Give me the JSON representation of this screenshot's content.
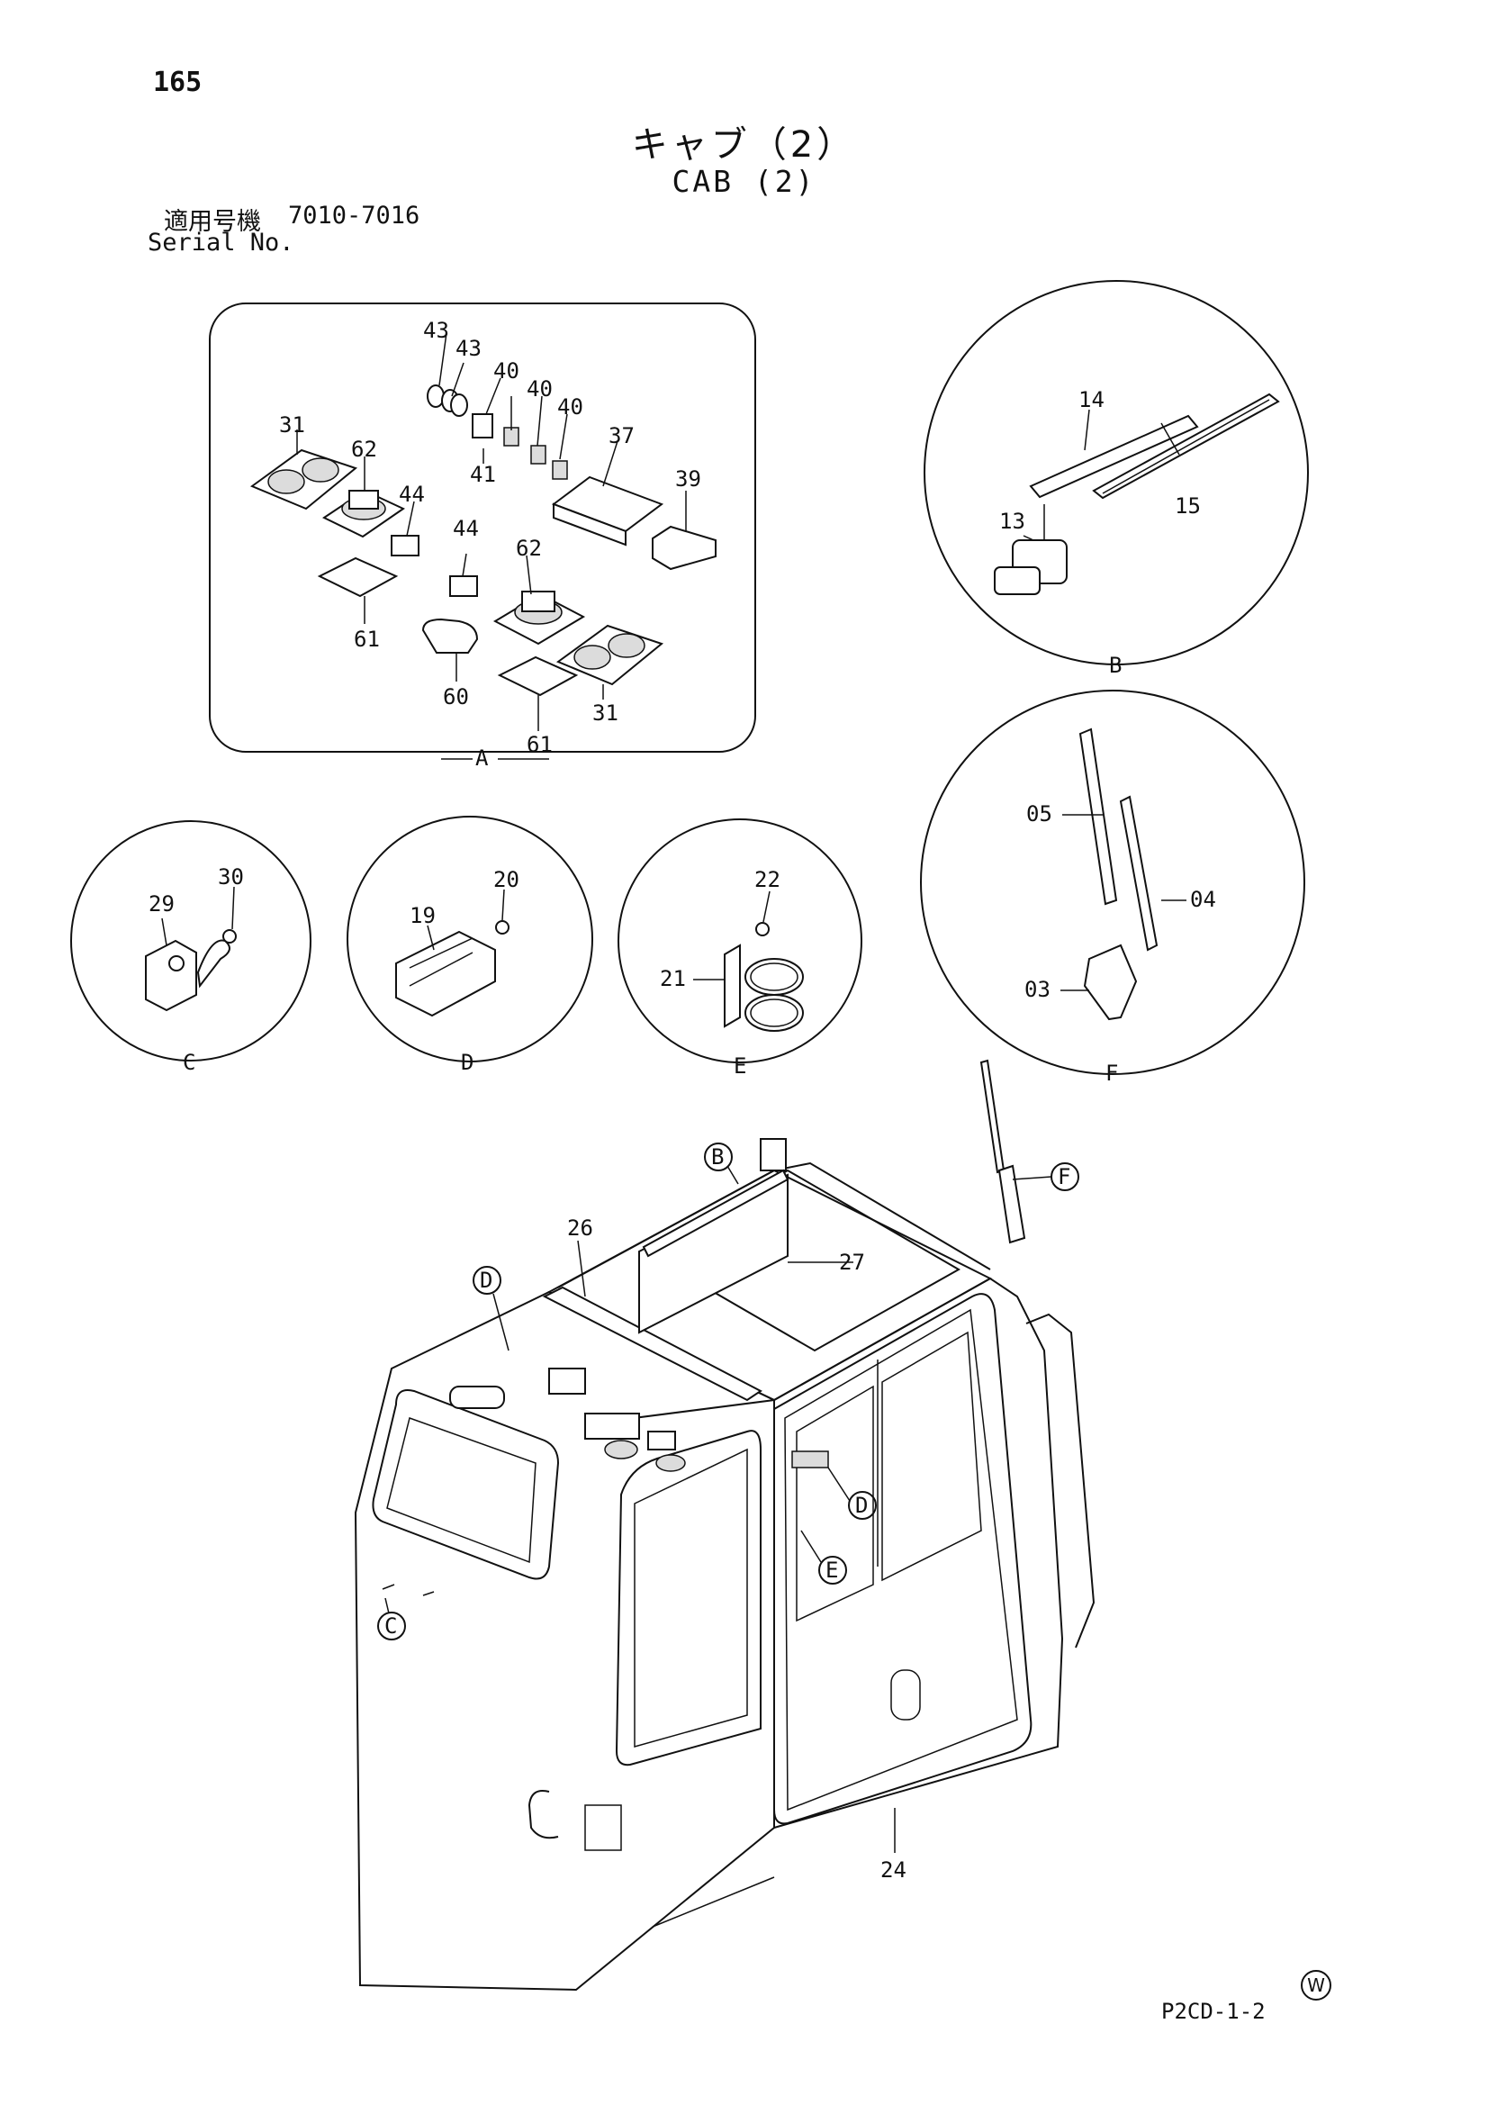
{
  "page_number": "165",
  "title_jp": "キャブ（2）",
  "title_en": "CAB (2)",
  "serial": {
    "label_jp": "適用号機",
    "label_en": "Serial No.",
    "value": "7010-7016"
  },
  "figure_code": "P2CD-1-2",
  "corner_mark": "W",
  "detail_views": {
    "A": {
      "label": "A",
      "parts": [
        "43",
        "43",
        "40",
        "40",
        "40",
        "31",
        "62",
        "37",
        "39",
        "44",
        "41",
        "44",
        "62",
        "61",
        "61",
        "60",
        "31"
      ]
    },
    "B": {
      "label": "B",
      "parts": [
        "14",
        "13",
        "15"
      ]
    },
    "C": {
      "label": "C",
      "parts": [
        "30",
        "29"
      ]
    },
    "D": {
      "label": "D",
      "parts": [
        "20",
        "19"
      ]
    },
    "E": {
      "label": "E",
      "parts": [
        "22",
        "21"
      ]
    },
    "F": {
      "label": "F",
      "parts": [
        "05",
        "04",
        "03"
      ]
    }
  },
  "main_view": {
    "callouts": [
      "B",
      "F",
      "D",
      "D",
      "E",
      "C"
    ],
    "parts": [
      "26",
      "27",
      "24"
    ]
  }
}
